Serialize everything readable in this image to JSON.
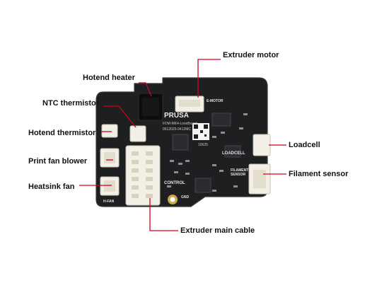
{
  "colors": {
    "leader_line": "#d0021b",
    "board": "#1e1f21",
    "connector": "#f2efe6"
  },
  "board": {
    "logo_text": "PRUSA",
    "silkscreen": {
      "part_name": "FDM-MK4-LoveBoard",
      "code_1": "0512025-0412MC",
      "code_2": "10625",
      "label_loadcell": "LOADCELL",
      "label_fsensor": "FILAMENT SENSOR",
      "label_control": "CONTROL",
      "label_gnd": "GND",
      "label_hfan": "H-FAN",
      "label_motor": "E-MOTOR"
    }
  },
  "callouts": [
    {
      "id": "extruder-motor",
      "label": "Extruder motor"
    },
    {
      "id": "hotend-heater",
      "label": "Hotend heater"
    },
    {
      "id": "ntc-thermistor",
      "label": "NTC thermistor"
    },
    {
      "id": "hotend-thermistor",
      "label": "Hotend thermistor"
    },
    {
      "id": "print-fan-blower",
      "label": "Print fan blower"
    },
    {
      "id": "heatsink-fan",
      "label": "Heatsink fan"
    },
    {
      "id": "loadcell",
      "label": "Loadcell"
    },
    {
      "id": "filament-sensor",
      "label": "Filament sensor"
    },
    {
      "id": "extruder-main-cable",
      "label": "Extruder main cable"
    }
  ]
}
